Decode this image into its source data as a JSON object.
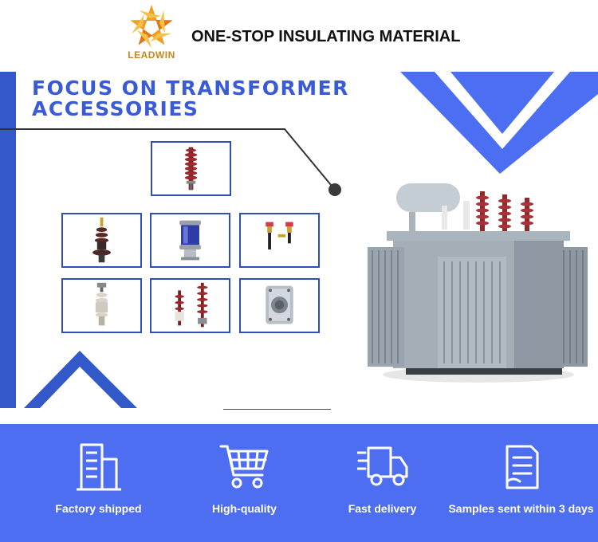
{
  "header": {
    "brand": "LEADWIN",
    "slogan": "ONE-STOP INSULATING MATERIAL"
  },
  "hero": {
    "headline_line1": "FOCUS ON TRANSFORMER",
    "headline_line2": "ACCESSORIES"
  },
  "products": [
    {
      "icon": "surge-arrester-icon"
    },
    {
      "icon": "porcelain-bushing-icon"
    },
    {
      "icon": "oil-level-gauge-icon"
    },
    {
      "icon": "bushing-studs-icon"
    },
    {
      "icon": "epoxy-bushing-icon"
    },
    {
      "icon": "arrester-pair-icon"
    },
    {
      "icon": "pressure-relief-valve-icon"
    }
  ],
  "features": [
    {
      "label": "Factory shipped",
      "icon": "factory-icon"
    },
    {
      "label": "High-quality",
      "icon": "shopping-cart-icon"
    },
    {
      "label": "Fast delivery",
      "icon": "delivery-truck-icon"
    },
    {
      "label": "Samples sent within 3 days",
      "icon": "document-icon"
    }
  ],
  "colors": {
    "brand_blue": "#3258c9",
    "feature_bar": "#4d6ef0",
    "logo_orange": "#e8961e",
    "porcelain_red": "#8e2a2e"
  }
}
